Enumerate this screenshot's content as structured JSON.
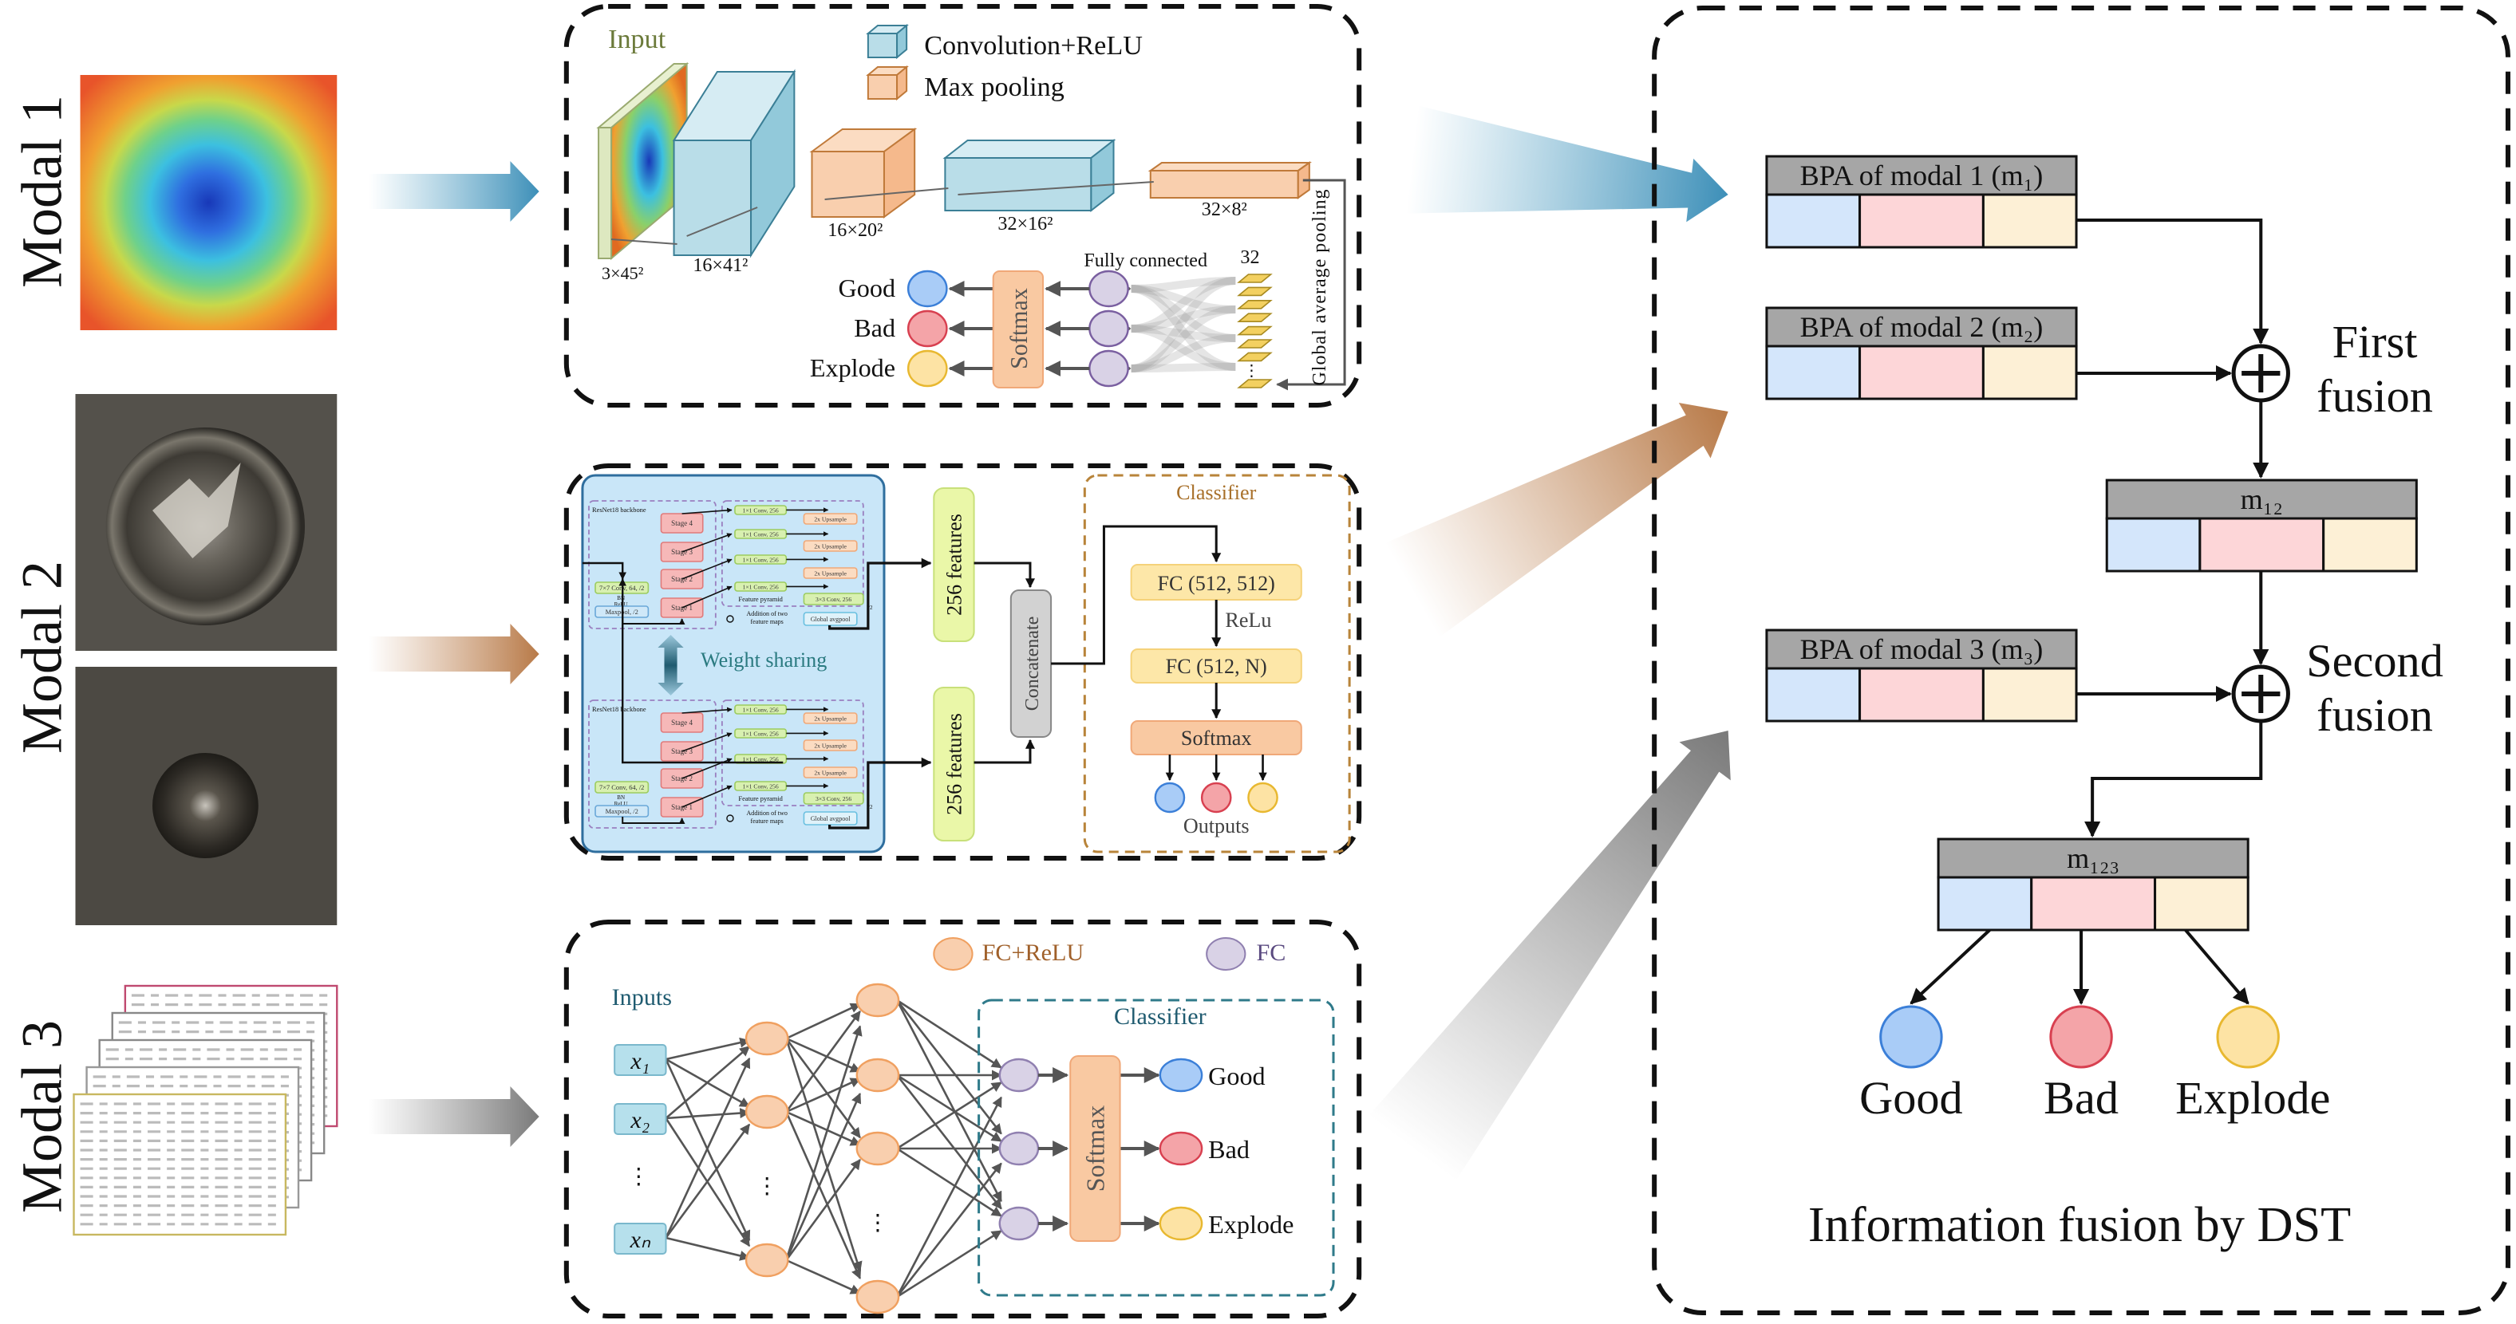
{
  "modals": [
    "Modal 1",
    "Modal 2",
    "Modal 3"
  ],
  "cnn": {
    "input_label": "Input",
    "legend": {
      "conv": "Convolution+ReLU",
      "pool": "Max pooling"
    },
    "dims": [
      "3×45²",
      "16×41²",
      "16×20²",
      "32×16²",
      "32×8²"
    ],
    "gap": "Global average pooling",
    "fc": "Fully connected",
    "fc_count": "32",
    "softmax": "Softmax",
    "classes": [
      "Good",
      "Bad",
      "Explode"
    ]
  },
  "resnet": {
    "backbone": "ResNet18 backbone",
    "stages": [
      "Stage 4",
      "Stage 3",
      "Stage 2",
      "Stage 1"
    ],
    "conv7": "7×7 Conv, 64, /2",
    "bn": "BN",
    "relu": "ReLU",
    "maxpool": "Maxpool, /2",
    "conv1": "1×1 Conv, 256",
    "upsample": "2x Upsample",
    "conv3": "3×3 Conv, 256",
    "pyramid": "Feature pyramid",
    "addition": [
      "Addition of two",
      "feature maps"
    ],
    "p2": "P2",
    "avgpool": "Global avgpool",
    "weight_sharing": "Weight sharing",
    "features": "256 features",
    "concatenate": "Concatenate",
    "classifier": "Classifier",
    "fc1": "FC (512, 512)",
    "relu_label": "ReLu",
    "fc2": "FC (512, N)",
    "softmax": "Softmax",
    "outputs": "Outputs"
  },
  "mlp": {
    "legend": {
      "fc_relu": "FC+ReLU",
      "fc": "FC"
    },
    "inputs_label": "Inputs",
    "inputs": [
      "x₁",
      "x₂",
      "xₙ"
    ],
    "ellipsis": "⋮",
    "classifier": "Classifier",
    "softmax": "Softmax",
    "classes": [
      "Good",
      "Bad",
      "Explode"
    ]
  },
  "fusion": {
    "bpa": [
      "BPA of modal 1 (m₁)",
      "BPA of modal 2 (m₂)",
      "BPA of modal 3 (m₃)"
    ],
    "m12": "m₁₂",
    "m123": "m₁₂₃",
    "first": [
      "First",
      "fusion"
    ],
    "second": [
      "Second",
      "fusion"
    ],
    "classes": [
      "Good",
      "Bad",
      "Explode"
    ],
    "title": "Information fusion by DST"
  },
  "colors": {
    "good": "#a9ccf7",
    "bad": "#f4a4a8",
    "explode": "#fde3a4",
    "good_cell": "#d4e6fb",
    "bad_cell": "#fdd6d8",
    "explode_cell": "#fdf0d6",
    "conv": "#b9dde8",
    "pool": "#f9cfae",
    "fc_purple": "#d9d2e6",
    "softmax": "#f9c9a2",
    "header_gray": "#a6a6a6",
    "panel_blue": "#c9e6f8"
  }
}
